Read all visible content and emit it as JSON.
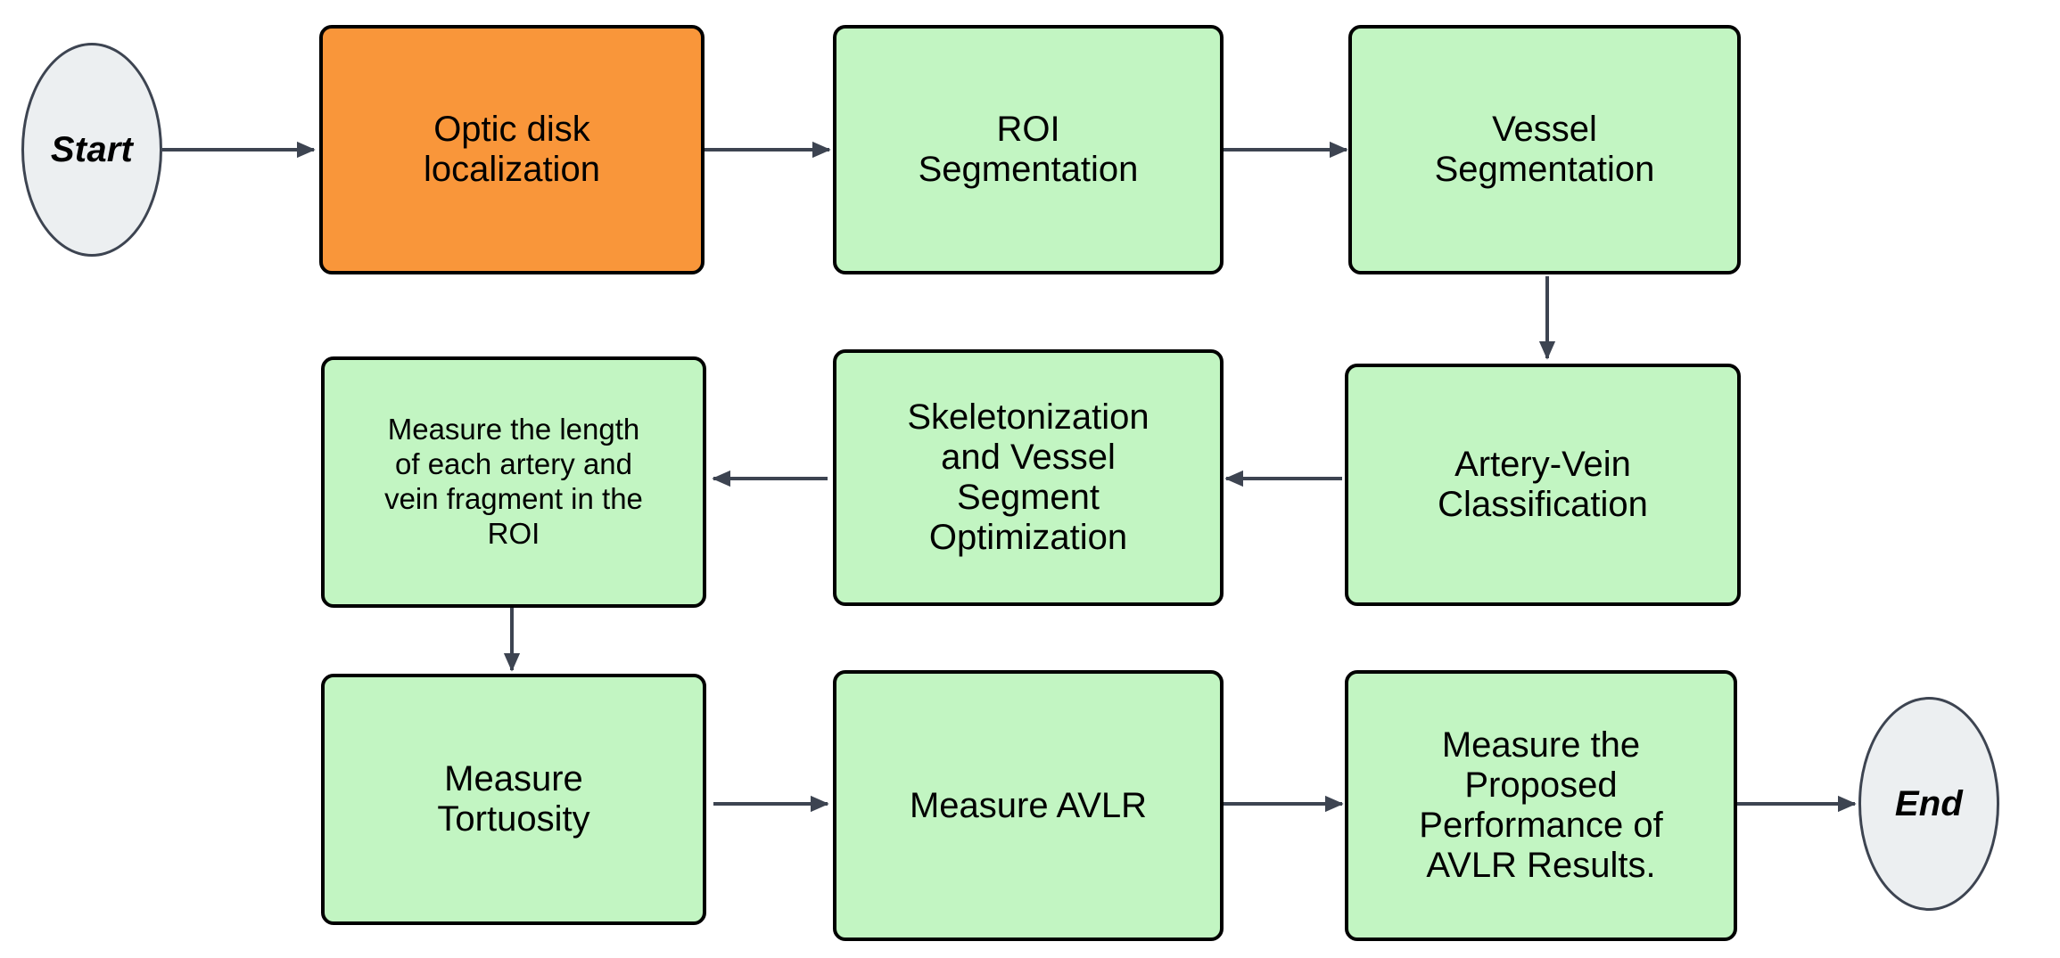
{
  "diagram": {
    "title": "Retinal AVLR Analysis Pipeline Flowchart",
    "background_color": "#ffffff",
    "palette": {
      "process_fill": "#c2f5c2",
      "highlight_fill": "#f9963a",
      "terminator_fill": "#eceff1",
      "terminator_stroke": "#3d4451",
      "process_stroke": "#000000",
      "edge_color": "#3d4451",
      "text_color": "#000000"
    },
    "nodes": [
      {
        "id": "start",
        "label": "Start",
        "shape": "circle",
        "row": 1
      },
      {
        "id": "optic_disk",
        "label": "Optic disk\nlocalization",
        "shape": "rounded-rect",
        "row": 1,
        "highlight": true
      },
      {
        "id": "roi_seg",
        "label": "ROI\nSegmentation",
        "shape": "rounded-rect",
        "row": 1
      },
      {
        "id": "vessel_seg",
        "label": "Vessel\nSegmentation",
        "shape": "rounded-rect",
        "row": 1
      },
      {
        "id": "measure_length",
        "label": "Measure the length\nof each artery and\nvein fragment in the\nROI",
        "shape": "rounded-rect",
        "row": 2
      },
      {
        "id": "skeletonize",
        "label": "Skeletonization\nand Vessel\nSegment\nOptimization",
        "shape": "rounded-rect",
        "row": 2
      },
      {
        "id": "artery_vein",
        "label": "Artery-Vein\nClassification",
        "shape": "rounded-rect",
        "row": 2
      },
      {
        "id": "tortuosity",
        "label": "Measure\nTortuosity",
        "shape": "rounded-rect",
        "row": 3
      },
      {
        "id": "avlr",
        "label": "Measure AVLR",
        "shape": "rounded-rect",
        "row": 3
      },
      {
        "id": "performance",
        "label": "Measure the\nProposed\nPerformance of\nAVLR Results.",
        "shape": "rounded-rect",
        "row": 3
      },
      {
        "id": "end",
        "label": "End",
        "shape": "circle",
        "row": 3
      }
    ],
    "edges": [
      {
        "from": "start",
        "to": "optic_disk",
        "direction": "right"
      },
      {
        "from": "optic_disk",
        "to": "roi_seg",
        "direction": "right"
      },
      {
        "from": "roi_seg",
        "to": "vessel_seg",
        "direction": "right"
      },
      {
        "from": "vessel_seg",
        "to": "artery_vein",
        "direction": "down"
      },
      {
        "from": "artery_vein",
        "to": "skeletonize",
        "direction": "left"
      },
      {
        "from": "skeletonize",
        "to": "measure_length",
        "direction": "left"
      },
      {
        "from": "measure_length",
        "to": "tortuosity",
        "direction": "down"
      },
      {
        "from": "tortuosity",
        "to": "avlr",
        "direction": "right"
      },
      {
        "from": "avlr",
        "to": "performance",
        "direction": "right"
      },
      {
        "from": "performance",
        "to": "end",
        "direction": "right"
      }
    ]
  }
}
